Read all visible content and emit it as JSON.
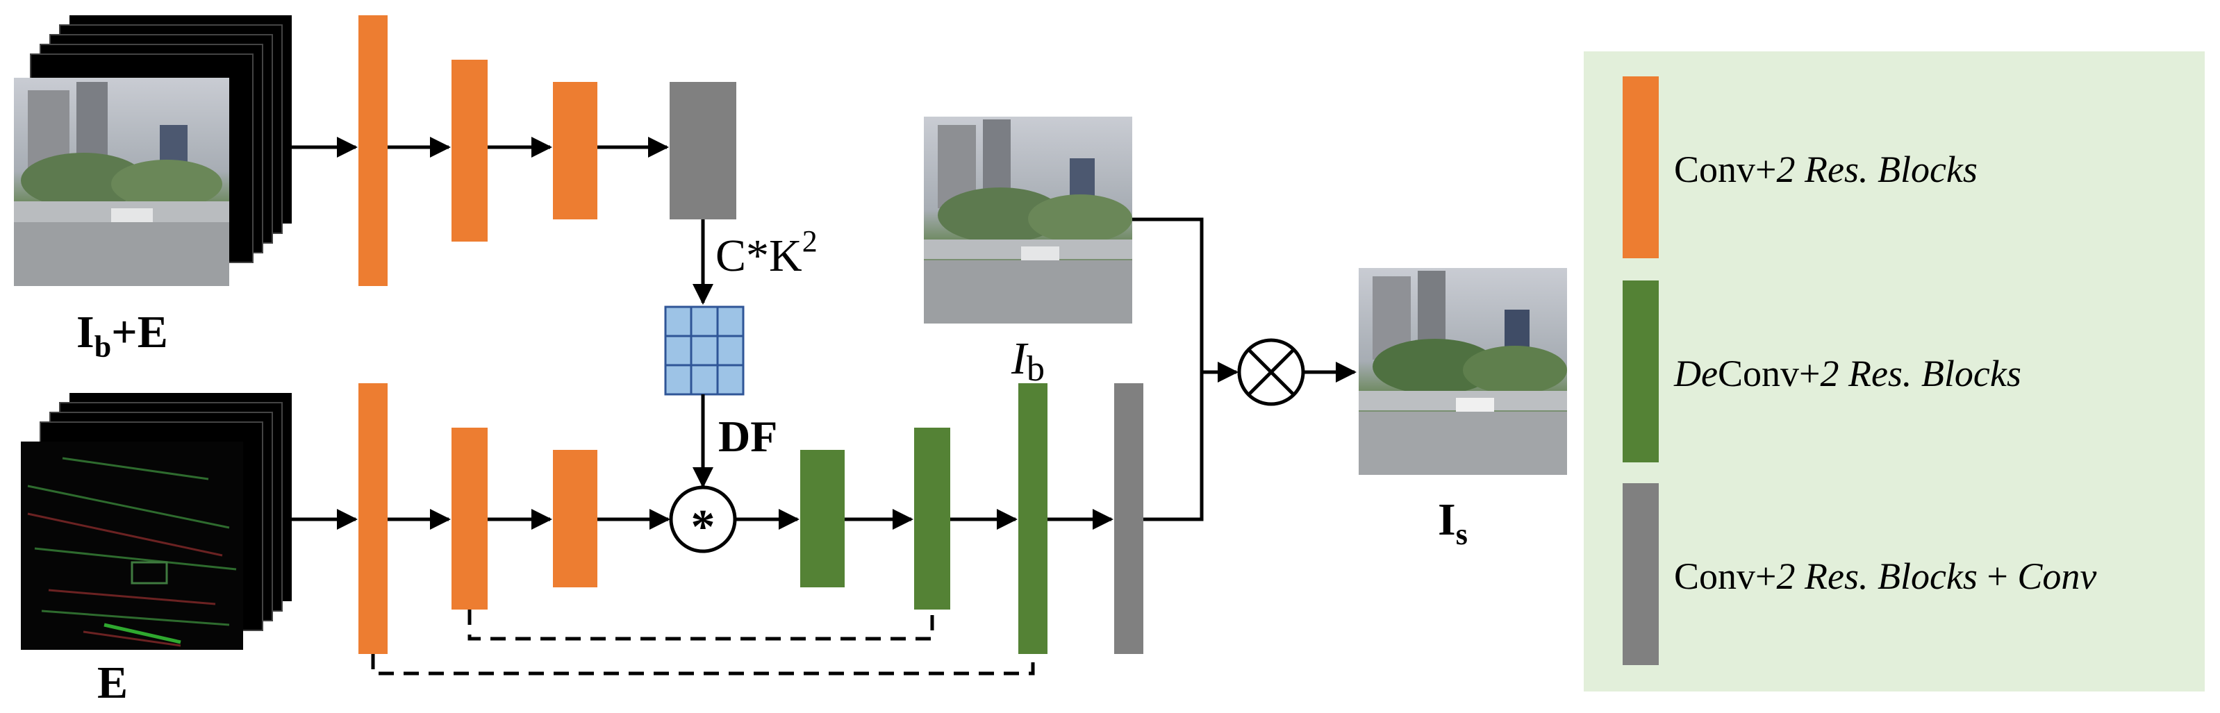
{
  "colors": {
    "conv": "#ED7D31",
    "deconv": "#548235",
    "final": "#808080",
    "legend_bg": "#E2EFDA",
    "filter": "#9DC3E6"
  },
  "labels": {
    "input_top_base": "I",
    "input_top_sub": "b",
    "input_top_rest": "+E",
    "input_bottom": "E",
    "kernel_base": "C*K",
    "kernel_sup": "2",
    "df": "DF",
    "conv_op": "*",
    "blur_base": "I",
    "blur_sub": "b",
    "output_base": "I",
    "output_sub": "s"
  },
  "legend": {
    "conv": {
      "plain": "Conv+",
      "italic": "2 Res. Blocks",
      "tail_plain": "",
      "tail_italic": ""
    },
    "deconv": {
      "lead_italic": "De",
      "plain": "Conv+",
      "italic": "2 Res. Blocks"
    },
    "final": {
      "plain": "Conv+",
      "italic": "2 Res. Blocks",
      "tail_plain": " + ",
      "tail_italic": "Conv"
    }
  }
}
